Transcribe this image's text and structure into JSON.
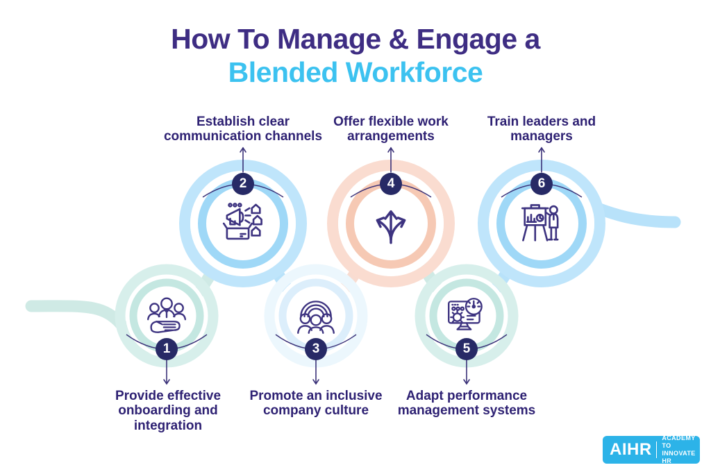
{
  "title": {
    "line1": "How To Manage & Engage a",
    "line2": "Blended Workforce"
  },
  "steps": [
    {
      "number": "1",
      "label": "Provide effective onboarding and integration",
      "icon": "team-onboarding-icon",
      "position": "bottom",
      "ring_color": "#c4e7e1",
      "swoosh_color": "#d7efeb"
    },
    {
      "number": "2",
      "label": "Establish clear communication channels",
      "icon": "megaphone-announcement-icon",
      "position": "top",
      "ring_color": "#9fd8f7",
      "swoosh_color": "#bfe5fb"
    },
    {
      "number": "3",
      "label": "Promote an inclusive company culture",
      "icon": "inclusive-people-icon",
      "position": "bottom",
      "ring_color": "#dceefb",
      "swoosh_color": "#ecf7fd"
    },
    {
      "number": "4",
      "label": "Offer flexible work arrangements",
      "icon": "flexible-arrows-icon",
      "position": "top",
      "ring_color": "#f6c9b4",
      "swoosh_color": "#fadcd0"
    },
    {
      "number": "5",
      "label": "Adapt performance management systems",
      "icon": "performance-monitor-icon",
      "position": "bottom",
      "ring_color": "#c4e7e1",
      "swoosh_color": "#d7efeb"
    },
    {
      "number": "6",
      "label": "Train leaders and managers",
      "icon": "trainer-presentation-icon",
      "position": "top",
      "ring_color": "#9fd8f7",
      "swoosh_color": "#bfe5fb"
    }
  ],
  "logo": {
    "brand": "AIHR",
    "tagline_line1": "ACADEMY TO",
    "tagline_line2": "INNOVATE HR",
    "background": "#2cb3e8"
  },
  "colors": {
    "title_primary": "#3e2d83",
    "title_accent": "#3cc2f0",
    "label_text": "#2e2173",
    "badge_background": "#272a66",
    "badge_text": "#ffffff",
    "icon_stroke": "#3d3380",
    "connector_teal": "#cfeae5",
    "connector_blue": "#b8e2fa",
    "connector_peach": "#f8dcd1",
    "background": "#ffffff"
  }
}
